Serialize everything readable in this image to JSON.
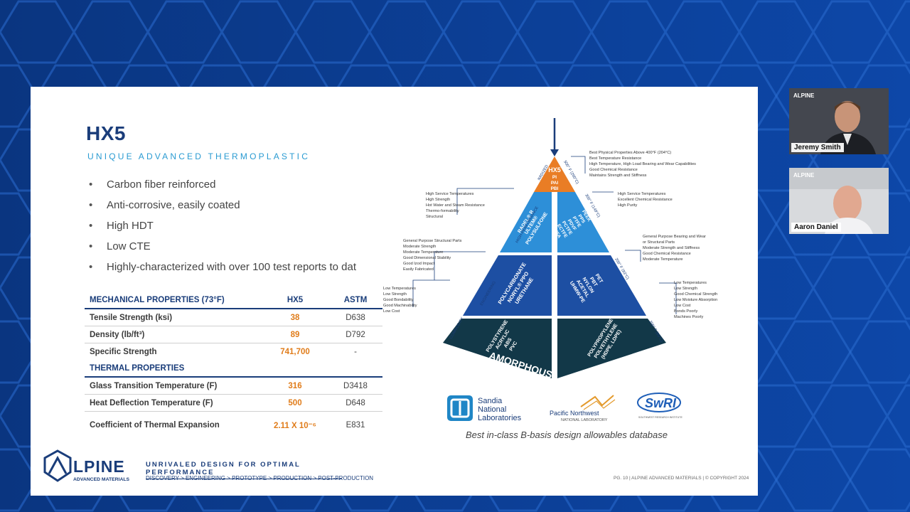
{
  "slide": {
    "title": "HX5",
    "subtitle": "UNIQUE ADVANCED THERMOPLASTIC",
    "bullets": [
      "Carbon fiber reinforced",
      "Anti-corrosive, easily coated",
      "High HDT",
      "Low CTE",
      "Highly-characterized with over 100 test reports to dat"
    ],
    "table": {
      "head": [
        "MECHANICAL PROPERTIES (73°F)",
        "HX5",
        "ASTM"
      ],
      "mech_rows": [
        [
          "Tensile Strength (ksi)",
          "38",
          "D638"
        ],
        [
          "Density (lb/ft³)",
          "89",
          "D792"
        ],
        [
          "Specific Strength",
          "741,700",
          "-"
        ]
      ],
      "thermal_head": "THERMAL PROPERTIES",
      "thermal_rows": [
        [
          "Glass Transition Temperature (F)",
          "316",
          "D3418"
        ],
        [
          "Heat Deflection Temperature (F)",
          "500",
          "D648"
        ],
        [
          "Coefficient of Thermal Expansion",
          "2.11 X 10⁻⁶",
          "E831"
        ]
      ]
    },
    "logo": {
      "brand": "LPINE",
      "sub": "ADVANCED MATERIALS"
    },
    "tagline": "UNRIVALED DESIGN FOR OPTIMAL PERFORMANCE",
    "process": "DISCOVERY > ENGINEERING > PROTOTYPE > PRODUCTION > POST-PRODUCTION",
    "footer": "PG. 10 | ALPINE ADVANCED MATERIALS | © COPYRIGHT 2024",
    "caption": "Best in-class B-basis design allowables database",
    "pyramid": {
      "tiers": [
        "IMIDIZED",
        "HIGH-PERFORMANCE",
        "ENGINEERING",
        "COMMODITY"
      ],
      "temps": [
        "500° F (260°C)",
        "300° F (149°C)",
        "200° F (93°C)",
        "200° F (93°C)"
      ],
      "top_label": "HX5",
      "top_materials": [
        "PI",
        "PAI",
        "PBI"
      ],
      "hp_left": [
        "RADEL® R",
        "ULTEM®",
        "POLYSULFONE"
      ],
      "hp_right": [
        "PEEK",
        "PPS",
        "PTFE",
        "PDVF",
        "PCTFE",
        "ECTFE",
        "PFA"
      ],
      "eng_left": [
        "POLYCARBONATE",
        "NORYL® PPO",
        "URETHANE"
      ],
      "eng_right": [
        "PET",
        "PBT",
        "NYLON",
        "ACETAL",
        "UHMW-PE"
      ],
      "com_left": [
        "POLYSTYRENE",
        "ACRYLIC",
        "ABS",
        "PVC"
      ],
      "com_right": [
        "POLYPROPYLENE",
        "POLYETHYLENE",
        "(HDPE, LDPE)"
      ],
      "amorphous": "AMORPHOUS",
      "crystalline": "CRYSTALLINE",
      "notes_top": [
        "Best Physical Properties Above 400°F (204°C)",
        "Best Temperature Resistance",
        "High Temperature, High Load Bearing and Wear Capabilities",
        "Good Chemical Resistance",
        "Maintains Strength and Stiffness"
      ],
      "notes_hp_left": [
        "High Service Temperatures",
        "High Strength",
        "Hot Water and Steam Resistance",
        "Thermo-formability",
        "Structural"
      ],
      "notes_hp_right": [
        "High Service Temperatures",
        "Excellent Chemical Resistance",
        "High Purity"
      ],
      "notes_eng_left": [
        "General Purpose Structural Parts",
        "Moderate Strength",
        "Moderate Temperature",
        "Good Dimensional Stability",
        "Good Izod Impact",
        "Easily Fabricated"
      ],
      "notes_eng_right": [
        "General Purpose Bearing and Wear",
        "or Structural Parts",
        "Moderate Strength and Stiffness",
        "Good Chemical Resistance",
        "Moderate Temperature"
      ],
      "notes_com_left": [
        "Low Temperatures",
        "Low Strength",
        "Good Bondability",
        "Good Machinability",
        "Low Cost"
      ],
      "notes_com_right": [
        "Low Temperatures",
        "Low Strength",
        "Good Chemical Strength",
        "Low Moisture Absorption",
        "Low Cost",
        "Bonds Poorly",
        "Machines Poorly"
      ]
    },
    "partners": {
      "sandia": [
        "Sandia",
        "National",
        "Laboratories"
      ],
      "pnnl": [
        "Pacific Northwest",
        "NATIONAL LABORATORY"
      ],
      "swri": [
        "SwRI",
        "SOUTHWEST RESEARCH INSTITUTE"
      ]
    }
  },
  "participants": [
    {
      "name": "Jeremy Smith",
      "logo": "ALPINE"
    },
    {
      "name": "Aaron Daniel",
      "logo": "ALPINE"
    }
  ],
  "colors": {
    "background": "#0b3a8a",
    "title": "#1a3d7a",
    "accent_orange": "#e07c1a",
    "subtitle_blue": "#2a9bd2"
  }
}
